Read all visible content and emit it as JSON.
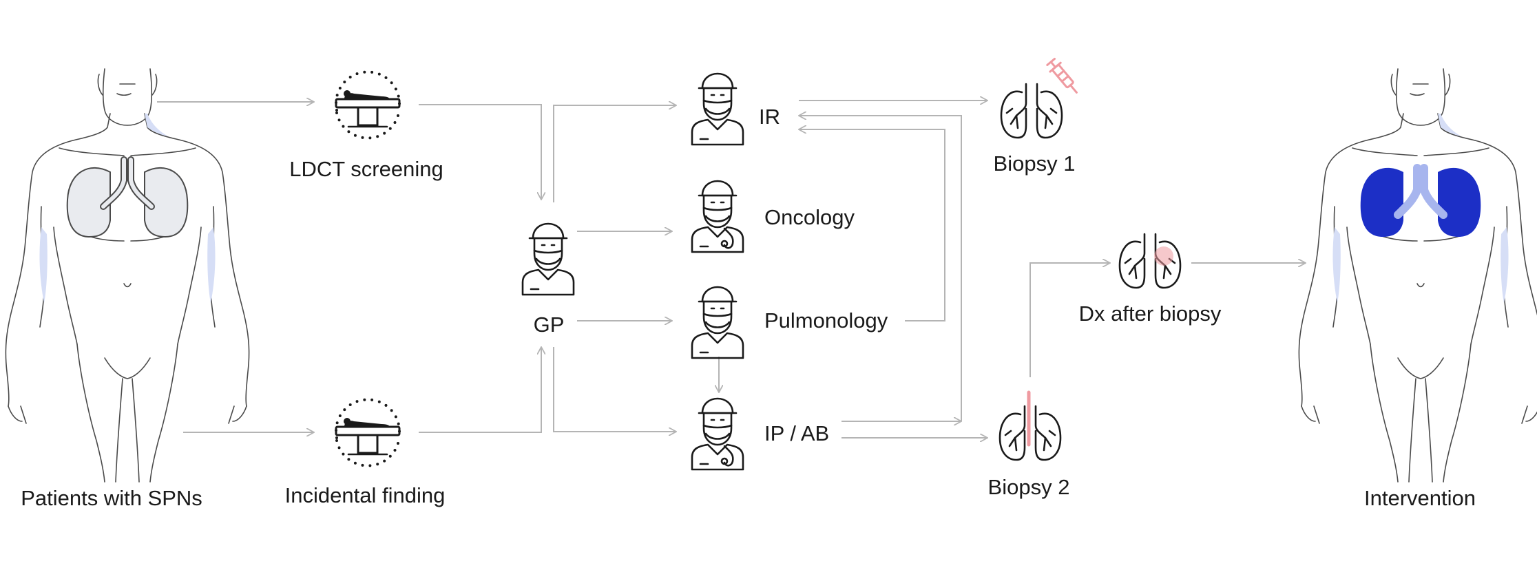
{
  "labels": {
    "patients": "Patients with SPNs",
    "ldct": "LDCT screening",
    "incidental": "Incidental finding",
    "gp": "GP",
    "ir": "IR",
    "oncology": "Oncology",
    "pulmonology": "Pulmonology",
    "ipab": "IP / AB",
    "biopsy1": "Biopsy 1",
    "biopsy2": "Biopsy 2",
    "dx": "Dx after biopsy",
    "intervention": "Intervention"
  },
  "icons": {
    "left_body": "human-body-icon",
    "right_body": "human-body-icon",
    "scanner": "ct-scanner-icon",
    "doctor": "doctor-icon",
    "lungs": "lungs-icon",
    "syringe": "syringe-icon",
    "bronchoscope": "bronchoscope-icon"
  },
  "colors": {
    "arrow": "#b4b4b4",
    "ink": "#1a1a1a",
    "lung_left": "#e9ebef",
    "lung_right": "#1c2fc6",
    "accent": "#ef9aa0",
    "body_shade": "#cfd8f5"
  }
}
